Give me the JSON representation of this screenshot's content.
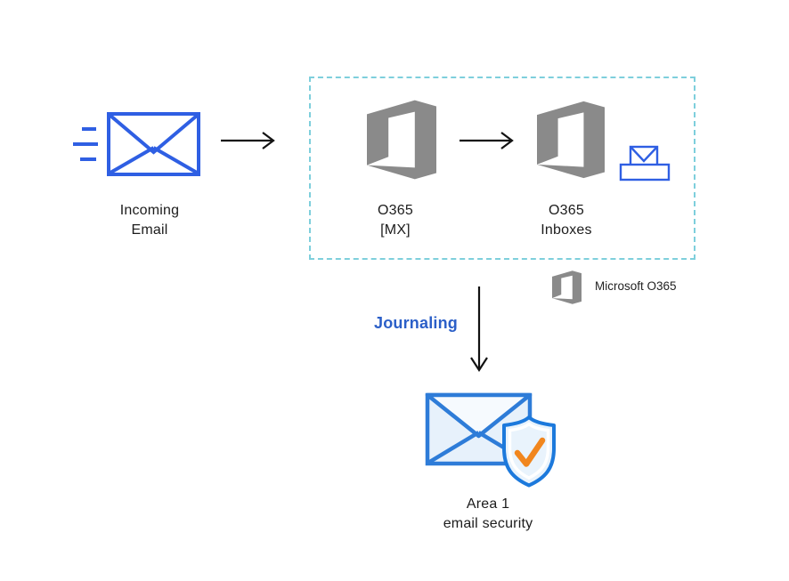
{
  "colors": {
    "envelope_blue": "#2F5FE3",
    "o365_gray": "#8A8A8A",
    "dashed_border": "#7ECFDC",
    "journaling_blue": "#2B5FC8",
    "area1_stroke": "#2E7CD8",
    "area1_fill": "#E7F1FB",
    "area1_flap": "#F6FAFE",
    "shield_stroke": "#1C79DC",
    "shield_fill": "#E9F3FC",
    "check_orange": "#F1861E",
    "arrow_black": "#121212",
    "text": "#1C1C1C"
  },
  "nodes": {
    "incoming_email": {
      "label": "Incoming\nEmail"
    },
    "o365_mx": {
      "label": "O365\n[MX]"
    },
    "o365_inboxes": {
      "label": "O365\nInboxes"
    },
    "area1": {
      "label": "Area 1\nemail security"
    }
  },
  "annotations": {
    "journaling": "Journaling",
    "legend": "Microsoft O365"
  },
  "icons": {
    "incoming_email": "envelope-with-speed-lines-icon",
    "o365_logo": "office-365-logo",
    "inbox": "envelope-in-tray-icon",
    "area1": "envelope-with-shield-check-icon"
  }
}
